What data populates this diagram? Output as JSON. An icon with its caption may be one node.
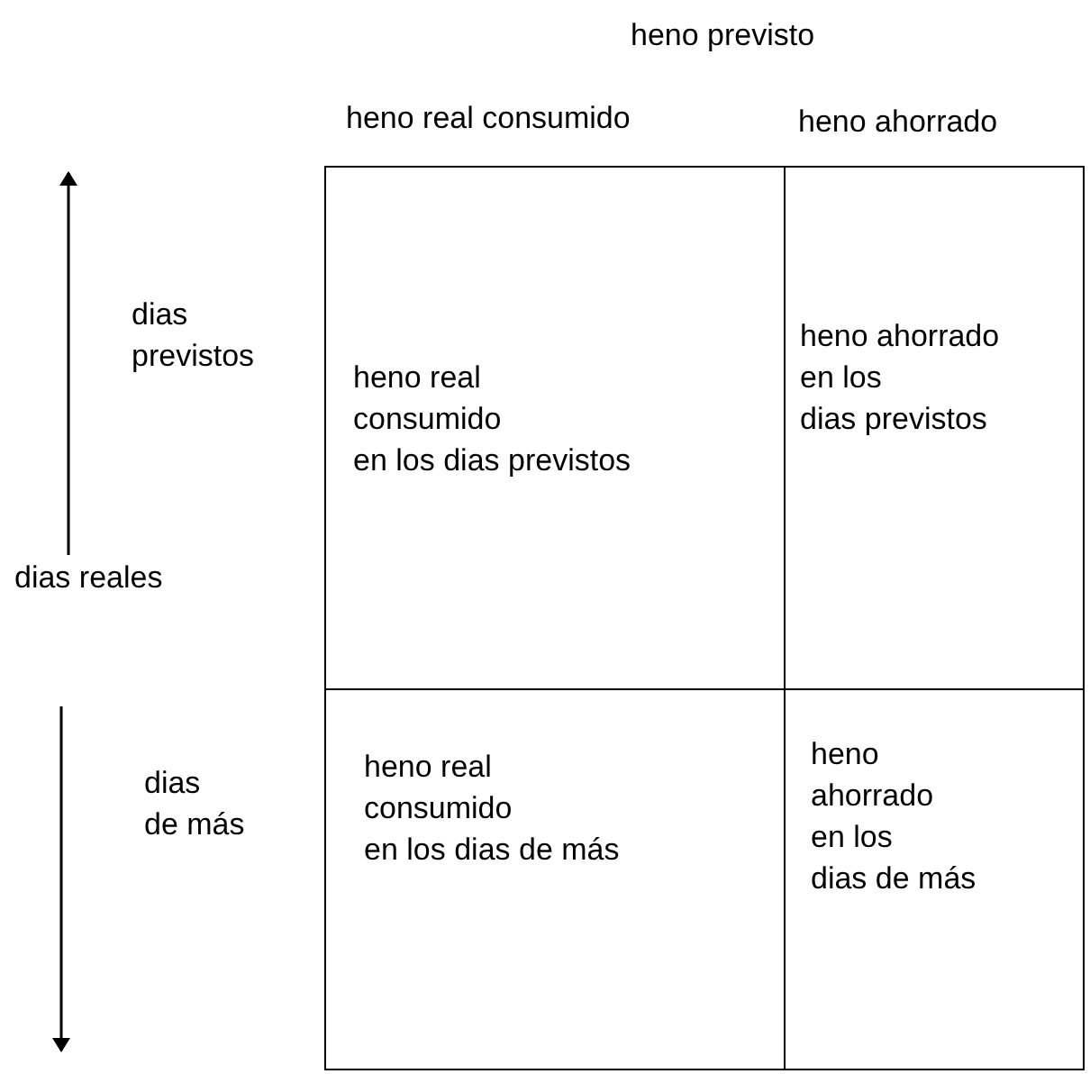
{
  "diagram": {
    "nodes": [
      {
        "text": [
          "heno real consumido en los dias previstos"
        ]
      },
      {
        "text": [
          "heno ahorrado en los dias previstos"
        ]
      },
      {
        "text": [
          "heno real consumido en los dias de más"
        ]
      },
      {
        "text": [
          "heno ahorrado en los dias de más"
        ]
      }
    ],
    "edges": [],
    "labels": [
      "heno previsto",
      "heno real consumido",
      "heno ahorrado",
      "dias previstos",
      "dias reales",
      "dias de más"
    ]
  }
}
